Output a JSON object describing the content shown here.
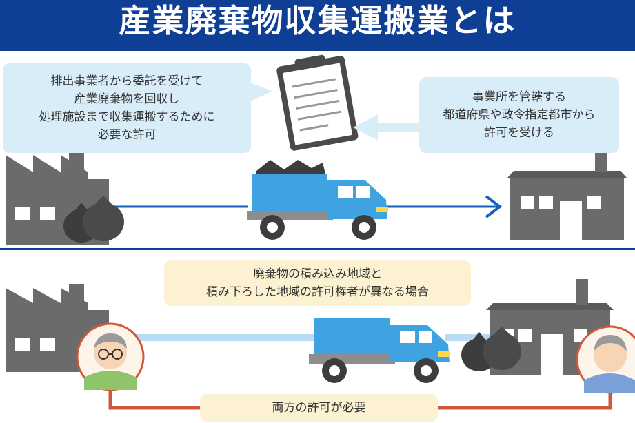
{
  "header": {
    "title": "産業廃棄物収集運搬業とは"
  },
  "top": {
    "left_bubble_lines": [
      "排出事業者から委託を受けて",
      "産業廃棄物を回収し",
      "処理施設まで収集運搬するために",
      "必要な許可"
    ],
    "right_bubble_lines": [
      "事業所を管轄する",
      "都道府県や政令指定都市から",
      "許可を受ける"
    ]
  },
  "bottom": {
    "note_lines": [
      "廃棄物の積み込み地域と",
      "積み下ろした地域の許可権者が異なる場合"
    ],
    "bottom_label": "両方の許可が必要"
  },
  "colors": {
    "header_bg": "#0f3e95",
    "bubble_bg": "#d9edf9",
    "note_bg": "#fcf1d0",
    "truck_blue": "#3ea3e0",
    "building_gray": "#6b6b6b",
    "arrow_blue": "#1560bd",
    "person_line": "#d0573a"
  },
  "icons": [
    "factory-icon",
    "garbage-bag-icon",
    "dump-truck-icon",
    "clipboard-icon",
    "office-building-icon",
    "person-glasses-icon",
    "person-icon",
    "arrow-right-icon"
  ]
}
